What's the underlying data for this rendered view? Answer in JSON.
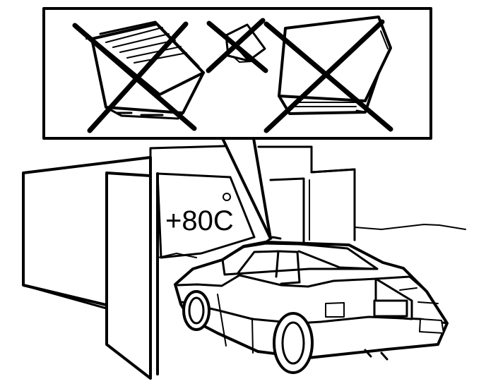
{
  "illustration": {
    "temperature_label": "+80C",
    "degree_symbol": "°",
    "callout_items": [
      {
        "name": "control-module-left",
        "state": "crossed-out"
      },
      {
        "name": "small-component-center",
        "state": "crossed-out"
      },
      {
        "name": "control-module-right",
        "state": "crossed-out"
      }
    ],
    "colors": {
      "ink": "#000000",
      "background": "#ffffff"
    }
  }
}
